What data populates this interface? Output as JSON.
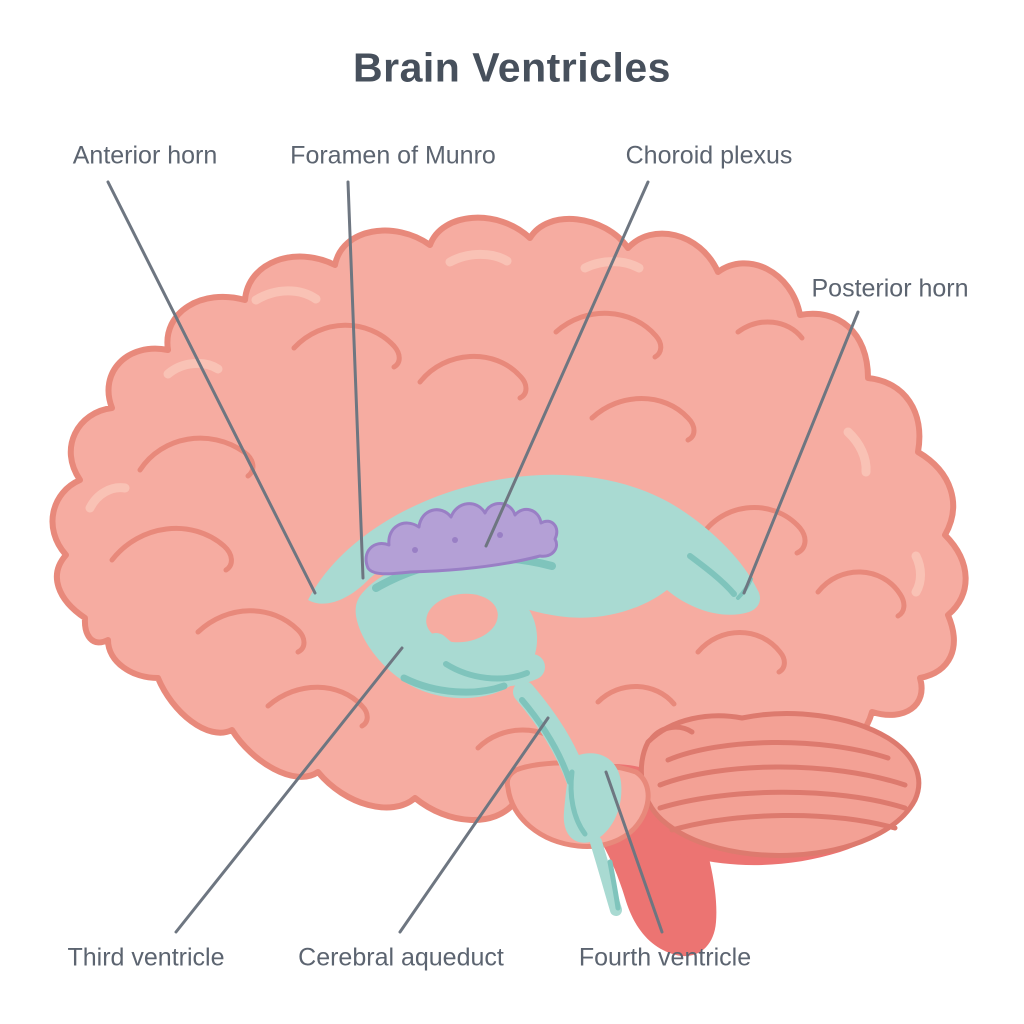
{
  "title": "Brain Ventricles",
  "labels": {
    "anterior_horn": "Anterior horn",
    "foramen_of_munro": "Foramen of Munro",
    "choroid_plexus": "Choroid plexus",
    "posterior_horn": "Posterior horn",
    "third_ventricle": "Third ventricle",
    "cerebral_aqueduct": "Cerebral aqueduct",
    "fourth_ventricle": "Fourth ventricle"
  },
  "colors": {
    "background": "#FFFFFF",
    "title_text": "#47505C",
    "label_text": "#5C6470",
    "leader_line": "#6E7681",
    "brain_fill": "#F6ACA1",
    "brain_outline": "#E8897B",
    "gyrus_line": "#E8897B",
    "brain_highlight": "#F9C2B5",
    "cerebellum_fill": "#F3A195",
    "cerebellum_line": "#DD7A6E",
    "brainstem_fill": "#EC7472",
    "ventricle_fill": "#A9DAD2",
    "ventricle_shade": "#7FC4BC",
    "choroid_fill": "#B4A0D6",
    "choroid_outline": "#997FC5"
  }
}
